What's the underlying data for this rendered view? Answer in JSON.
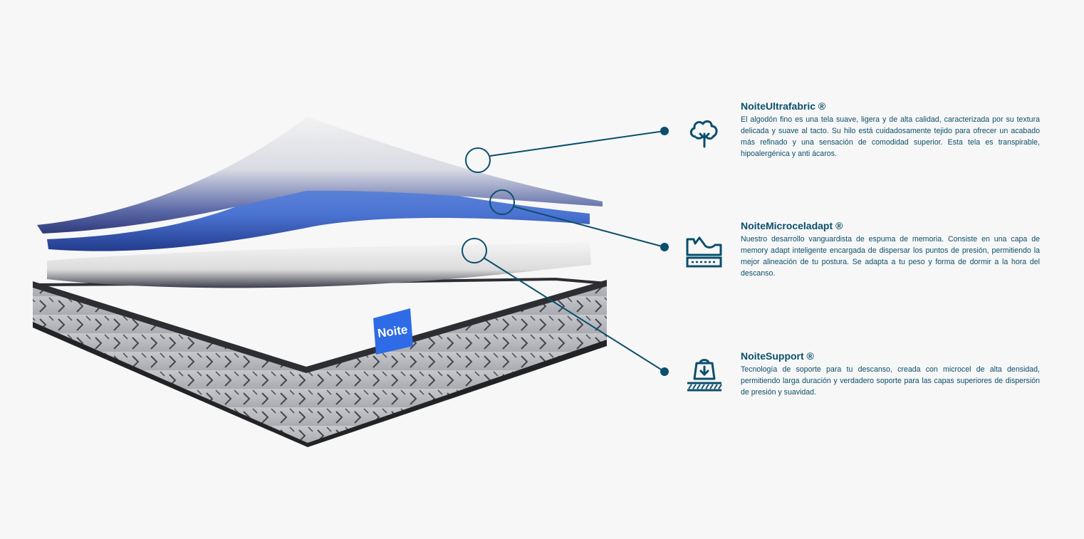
{
  "brand": {
    "tag_label": "Noite",
    "accent_color": "#0b4f6c",
    "tag_color": "#2e6be6",
    "foam_color": "#5b83d6"
  },
  "features": [
    {
      "title": "NoiteUltrafabric ®",
      "description": "El algodón fino es una tela suave, ligera y de alta calidad, caracterizada por su textura delicada y suave al tacto. Su hilo está cuidadosamente tejido para ofrecer un acabado más refinado y una sensación de comodidad superior. Esta tela es transpirable, hipoalergénica y anti ácaros.",
      "icon": "cotton-plant-icon"
    },
    {
      "title": "NoiteMicroceladapt ®",
      "description": "Nuestro desarrollo vanguardista de espuma de memoria. Consiste en una capa de memory adapt inteligente encargada de dispersar los puntos de presión, permitiendo la mejor alineación de tu postura. Se adapta a tu peso y forma de dormir a la hora del descanso.",
      "icon": "memory-foam-icon"
    },
    {
      "title": "NoiteSupport ®",
      "description": "Tecnología de soporte para tu descanso, creada con microcel de alta densidad, permitiendo larga duración y verdadero soporte para las capas superiores de dispersión de presión y suavidad.",
      "icon": "support-weight-icon"
    }
  ]
}
